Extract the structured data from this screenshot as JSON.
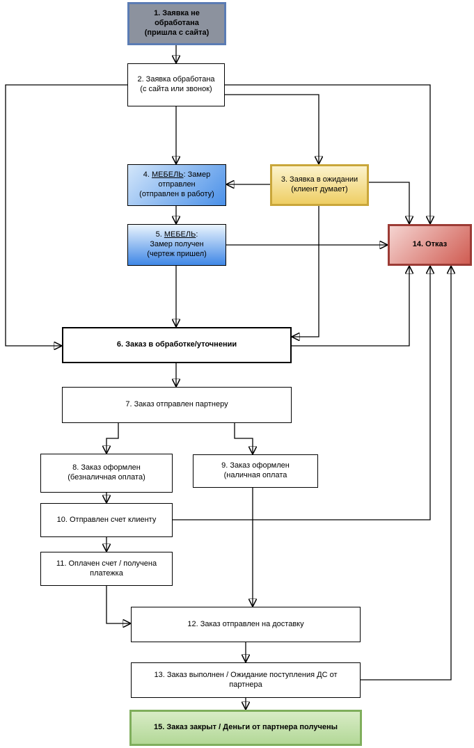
{
  "diagram": {
    "type": "flowchart",
    "language": "ru",
    "nodes": {
      "n1": {
        "label": "1. Заявка не\nобработана\n(пришла с сайта)"
      },
      "n2": {
        "label": "2. Заявка обработана\n(с сайта или звонок)"
      },
      "n3": {
        "label": "3. Заявка в ожидании\n(клиент думает)"
      },
      "n4": {
        "prefix": "4. ",
        "underline": "МЕБЕЛЬ",
        "suffix": ": Замер\nотправлен\n(отправлен в работу)"
      },
      "n5": {
        "prefix": "5. ",
        "underline": "МЕБЕЛЬ",
        "suffix": ":\nЗамер получен\n(чертеж пришел)"
      },
      "n6": {
        "label": "6. Заказ в обработке/уточнении"
      },
      "n7": {
        "label": "7. Заказ отправлен партнеру"
      },
      "n8": {
        "label": "8. Заказ оформлен\n(безналичная оплата)"
      },
      "n9": {
        "label": "9. Заказ оформлен\n(наличная оплата"
      },
      "n10": {
        "label": "10. Отправлен счет клиенту"
      },
      "n11": {
        "label": "11. Оплачен счет / получена\nплатежка"
      },
      "n12": {
        "label": "12. Заказ отправлен на доставку"
      },
      "n13": {
        "label": "13. Заказ выполнен / Ожидание поступления ДС от\nпартнера"
      },
      "n14": {
        "label": "14. Отказ"
      },
      "n15": {
        "label": "15. Заказ закрыт / Деньги от партнера получены"
      }
    },
    "edges": [
      {
        "from": "1",
        "to": "2"
      },
      {
        "from": "2",
        "to": "4"
      },
      {
        "from": "2",
        "to": "3"
      },
      {
        "from": "2",
        "to": "14"
      },
      {
        "from": "2",
        "to": "6"
      },
      {
        "from": "3",
        "to": "4"
      },
      {
        "from": "3",
        "to": "14"
      },
      {
        "from": "3",
        "to": "6"
      },
      {
        "from": "4",
        "to": "5"
      },
      {
        "from": "5",
        "to": "14"
      },
      {
        "from": "5",
        "to": "6"
      },
      {
        "from": "6",
        "to": "7"
      },
      {
        "from": "6",
        "to": "14"
      },
      {
        "from": "7",
        "to": "8"
      },
      {
        "from": "7",
        "to": "9"
      },
      {
        "from": "8",
        "to": "10"
      },
      {
        "from": "10",
        "to": "11"
      },
      {
        "from": "10",
        "to": "14"
      },
      {
        "from": "11",
        "to": "12"
      },
      {
        "from": "9",
        "to": "12"
      },
      {
        "from": "12",
        "to": "13"
      },
      {
        "from": "13",
        "to": "14"
      },
      {
        "from": "13",
        "to": "15"
      }
    ],
    "colors": {
      "unprocessed_gray_fill": "#8C929E",
      "unprocessed_blue_border": "#5B7CB4",
      "waiting_yellow_fill": "#EECE63",
      "waiting_yellow_border": "#C9A63A",
      "furniture_blue_fill": "#4A90E8",
      "rejection_red_fill": "#D05C52",
      "rejection_red_border": "#9C3B35",
      "success_green_fill": "#B3D897",
      "success_green_border": "#7FAE5C",
      "line_color": "#000000"
    }
  }
}
